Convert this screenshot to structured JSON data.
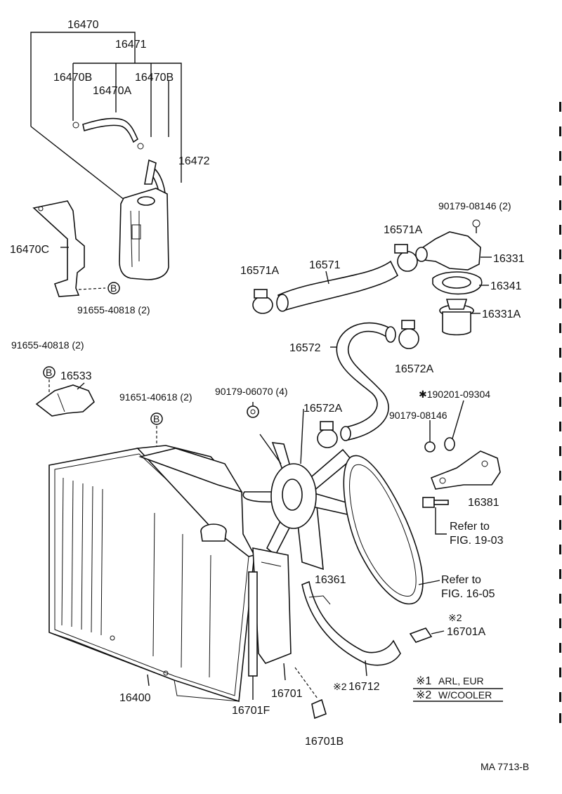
{
  "labels": {
    "p16470": "16470",
    "p16471": "16471",
    "p16470B_left": "16470B",
    "p16470A": "16470A",
    "p16470B_right": "16470B",
    "p16472": "16472",
    "p16470C": "16470C",
    "b_mark_1": "B",
    "p91655_1": "91655-40818 (2)",
    "p91655_2": "91655-40818 (2)",
    "b_mark_2": "B",
    "p16533": "16533",
    "p91651": "91651-40618 (2)",
    "b_mark_3": "B",
    "p90179_06070": "90179-06070 (4)",
    "p90179_08146_top": "90179-08146 (2)",
    "p16571A_top": "16571A",
    "p16331": "16331",
    "p16571A_left": "16571A",
    "p16571": "16571",
    "p16341": "16341",
    "p16331A": "16331A",
    "p16572": "16572",
    "p16572A_right": "16572A",
    "p190201": "✱190201-09304",
    "p16572A_left": "16572A",
    "p90179_08146": "90179-08146",
    "p16381": "16381",
    "ref_1903_a": "Refer to",
    "ref_1903_b": "FIG. 19-03",
    "p16361": "16361",
    "ref_1605_a": "Refer to",
    "ref_1605_b": "FIG. 16-05",
    "note_mark_16701A": "※2",
    "p16701A": "16701A",
    "note_mark_16712": "※2",
    "p16712": "16712",
    "p16400": "16400",
    "p16701": "16701",
    "p16701F": "16701F",
    "p16701B": "16701B",
    "legend_1_mark": "※1",
    "legend_1_text": "ARL, EUR",
    "legend_2_mark": "※2",
    "legend_2_text": "W/COOLER",
    "figure_code": "MA 7713-B"
  }
}
